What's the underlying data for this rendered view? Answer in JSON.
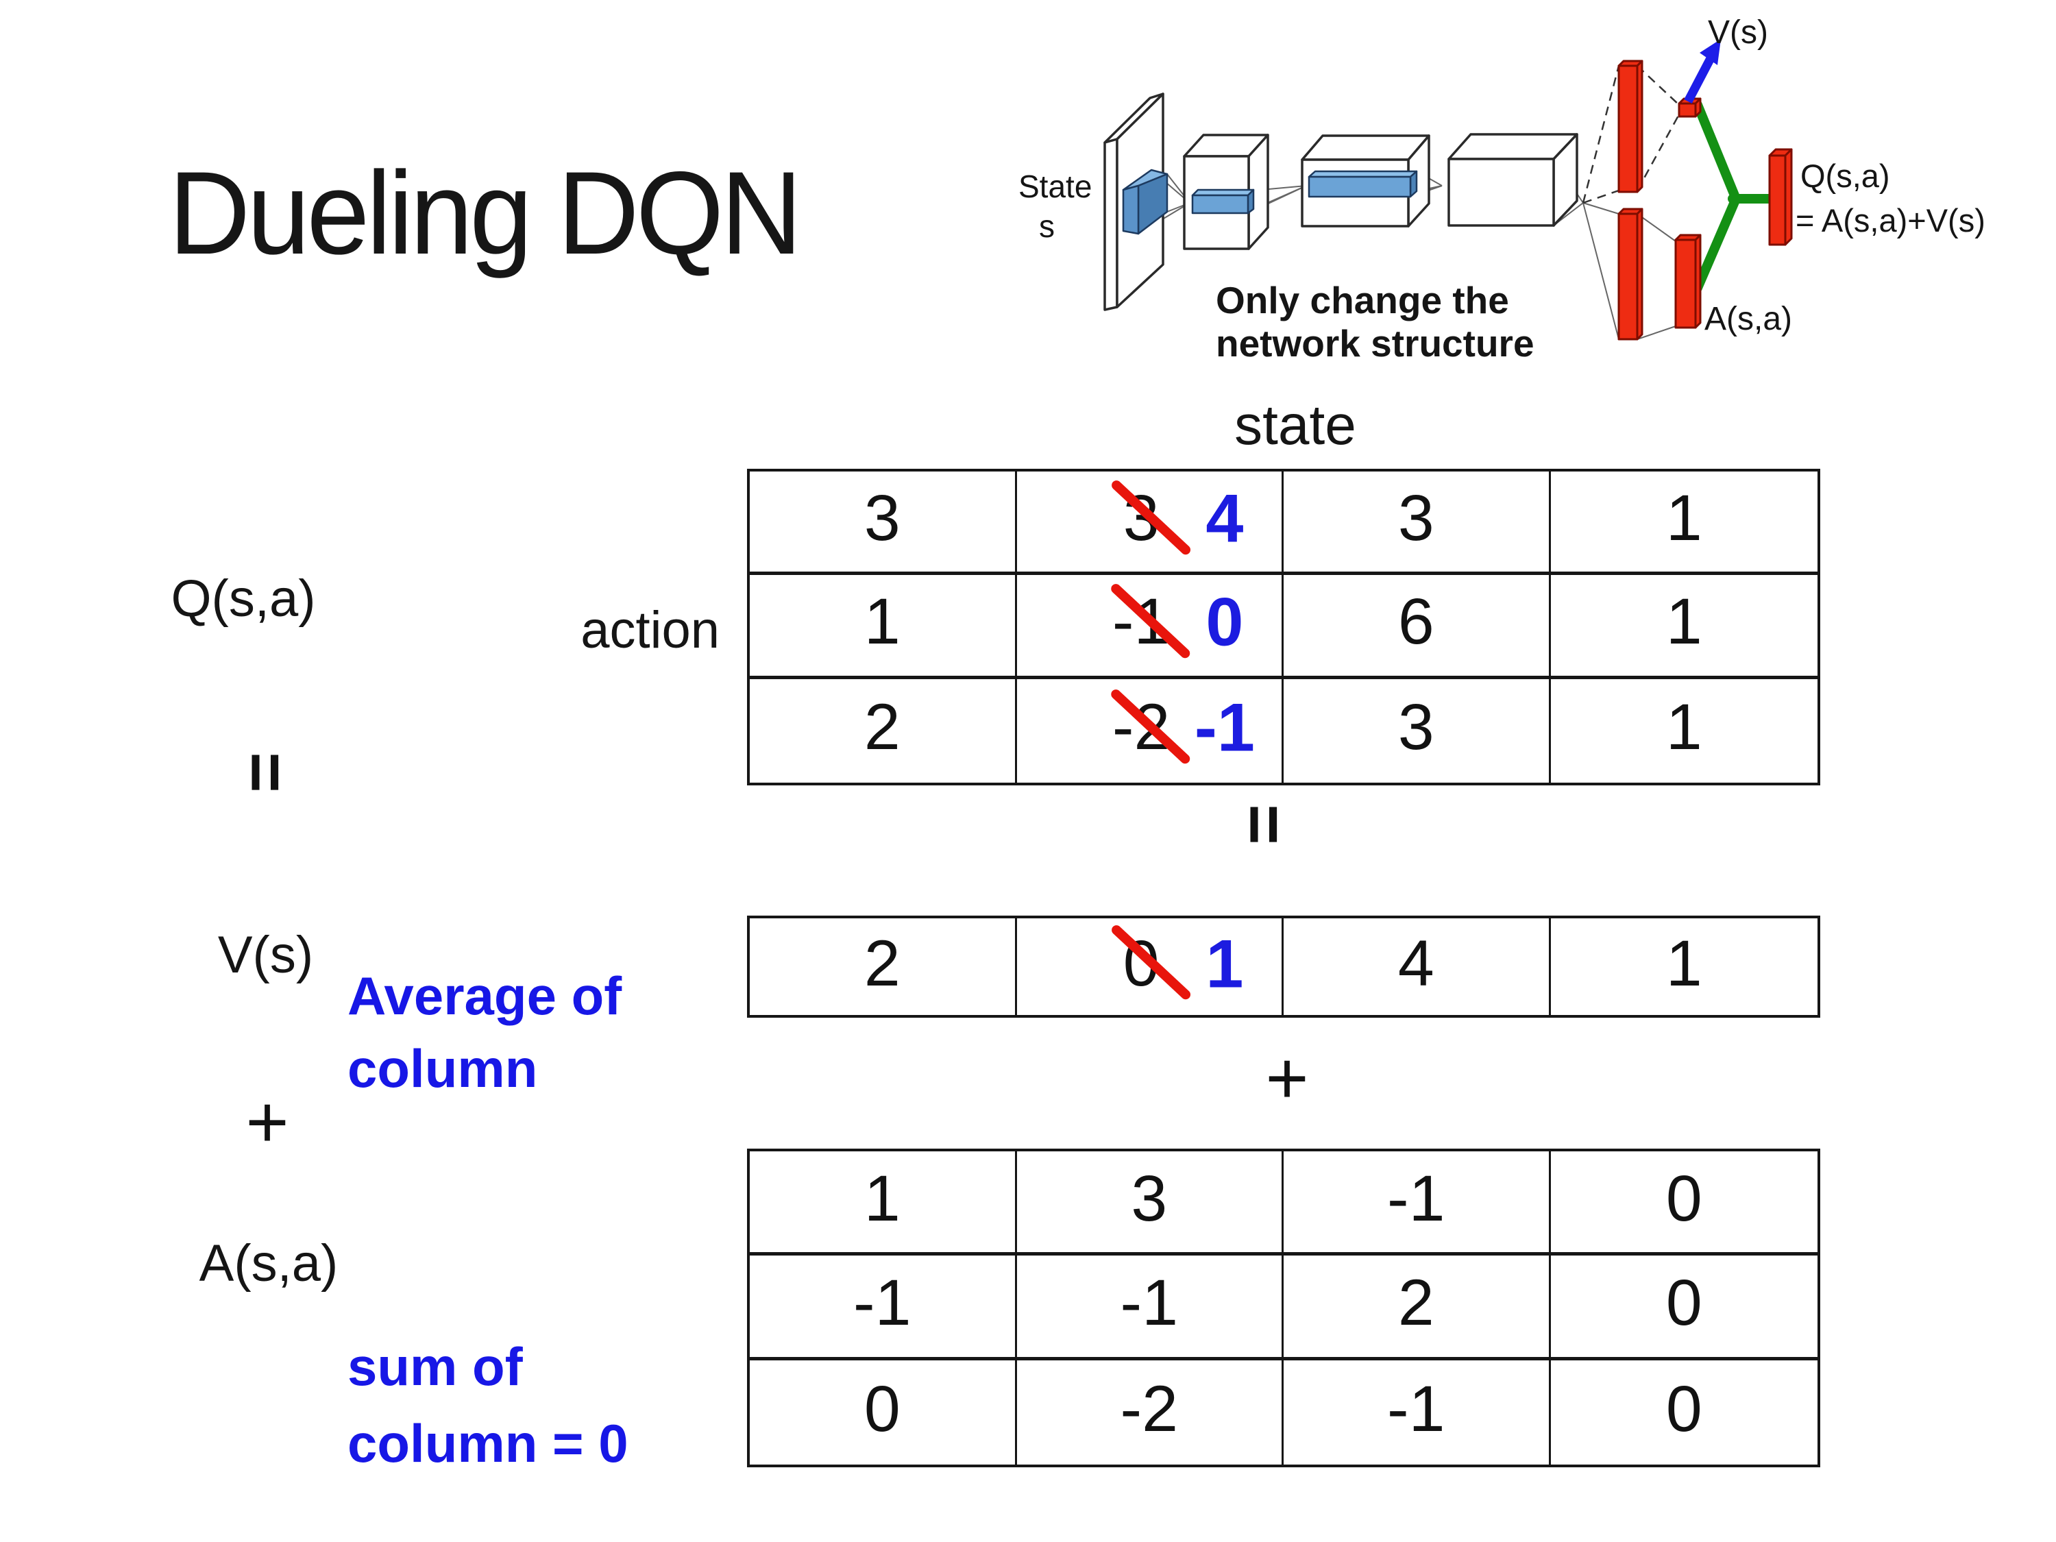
{
  "title": "Dueling DQN",
  "colors": {
    "accent_blue": "#1717e6",
    "bold_number_blue": "#1c1ce0",
    "strike_red": "#e8150c",
    "bar_red": "#ee2c12",
    "link_green": "#149014"
  },
  "diagram": {
    "state_line1": "State",
    "state_line2": "s",
    "v_out": "V(s)",
    "q_out_line1": "Q(s,a)",
    "q_out_line2": "= A(s,a)+V(s)",
    "a_out": "A(s,a)",
    "note_line1": "Only change the",
    "note_line2": "network structure"
  },
  "matrix_section": {
    "state_label": "state",
    "action_label": "action",
    "q_label": "Q(s,a)",
    "equals_left": "=",
    "equals_center": "=",
    "v_label": "V(s)",
    "avg_note_line1": "Average of",
    "avg_note_line2": "column",
    "plus_left": "+",
    "plus_center": "+",
    "a_label": "A(s,a)",
    "sum_note_line1": "sum of",
    "sum_note_line2": "column = 0"
  },
  "q_table": {
    "rows": [
      [
        "3",
        {
          "old": "3",
          "new": "4"
        },
        "3",
        "1"
      ],
      [
        "1",
        {
          "old": "-1",
          "new": "0"
        },
        "6",
        "1"
      ],
      [
        "2",
        {
          "old": "-2",
          "new": "-1"
        },
        "3",
        "1"
      ]
    ]
  },
  "v_table": {
    "rows": [
      [
        "2",
        {
          "old": "0",
          "new": "1"
        },
        "4",
        "1"
      ]
    ]
  },
  "a_table": {
    "rows": [
      [
        "1",
        "3",
        "-1",
        "0"
      ],
      [
        "-1",
        "-1",
        "2",
        "0"
      ],
      [
        "0",
        "-2",
        "-1",
        "0"
      ]
    ]
  }
}
